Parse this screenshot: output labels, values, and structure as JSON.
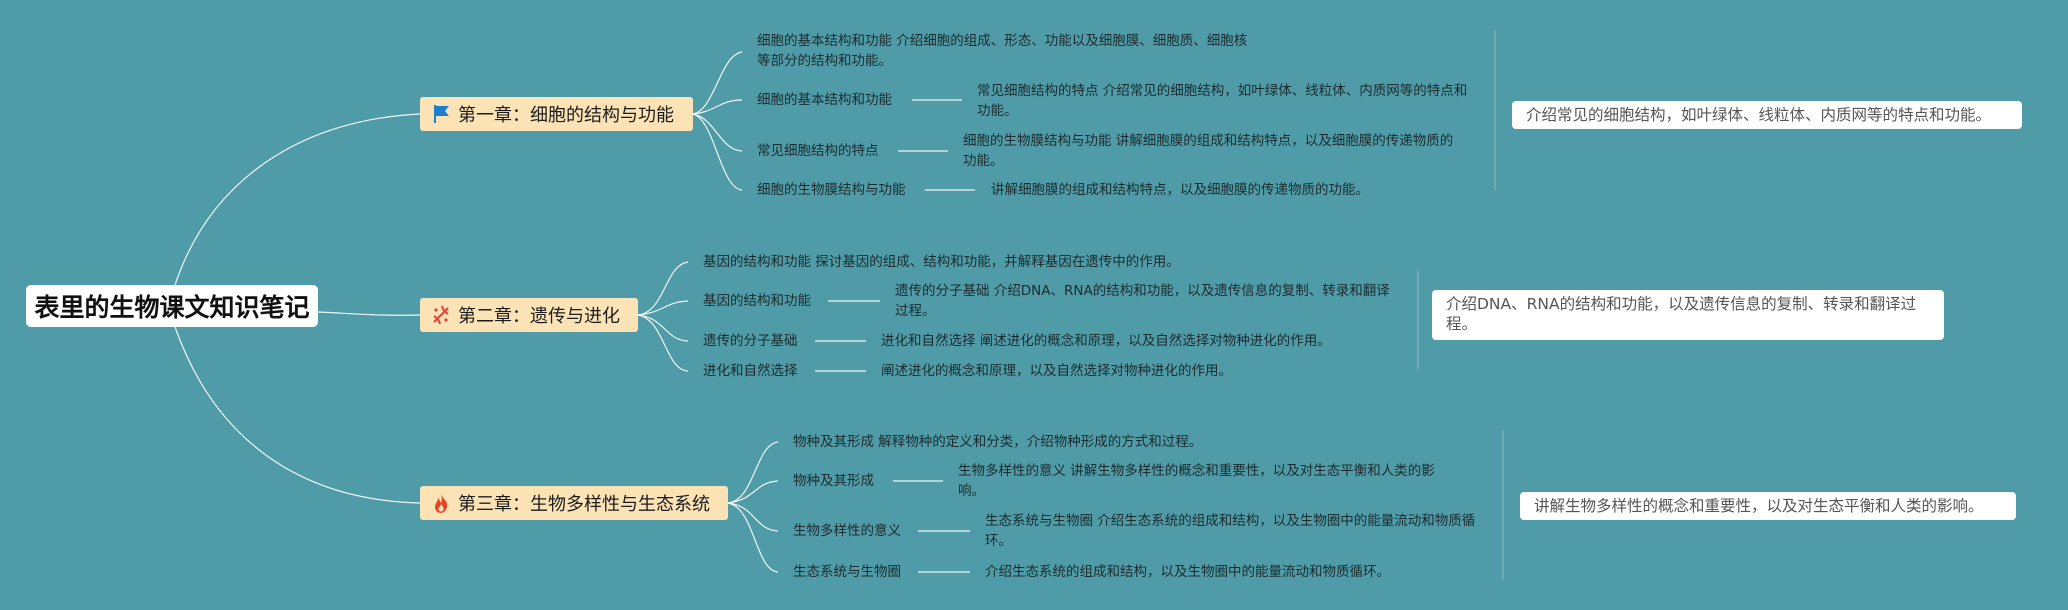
{
  "title": "表里的生物课文知识笔记",
  "chapters": [
    {
      "title": "第一章：细胞的结构与功能",
      "icon": "flag-icon",
      "nodes": [
        "细胞的基本结构和功能 介绍细胞的组成、形态、功能以及细胞膜、细胞质、细胞核等部分的结构和功能。",
        "细胞的基本结构和功能",
        "常见细胞结构的特点",
        "细胞的生物膜结构与功能"
      ],
      "sub": [
        "常见细胞结构的特点 介绍常见的细胞结构，如叶绿体、线粒体、内质网等的特点和功能。",
        "细胞的生物膜结构与功能 讲解细胞膜的组成和结构特点，以及细胞膜的传递物质的功能。",
        "讲解细胞膜的组成和结构特点，以及细胞膜的传递物质的功能。"
      ],
      "summary": "介绍常见的细胞结构，如叶绿体、线粒体、内质网等的特点和功能。"
    },
    {
      "title": "第二章：遗传与进化",
      "icon": "dna-icon",
      "nodes": [
        "基因的结构和功能 探讨基因的组成、结构和功能，并解释基因在遗传中的作用。",
        "基因的结构和功能",
        "遗传的分子基础",
        "进化和自然选择"
      ],
      "sub": [
        "遗传的分子基础 介绍DNA、RNA的结构和功能，以及遗传信息的复制、转录和翻译过程。",
        "进化和自然选择 阐述进化的概念和原理，以及自然选择对物种进化的作用。",
        "阐述进化的概念和原理，以及自然选择对物种进化的作用。"
      ],
      "summary": "介绍DNA、RNA的结构和功能，以及遗传信息的复制、转录和翻译过程。"
    },
    {
      "title": "第三章：生物多样性与生态系统",
      "icon": "fire-icon",
      "nodes": [
        "物种及其形成 解释物种的定义和分类，介绍物种形成的方式和过程。",
        "物种及其形成",
        "生物多样性的意义",
        "生态系统与生物圈"
      ],
      "sub": [
        "生物多样性的意义 讲解生物多样性的概念和重要性，以及对生态平衡和人类的影响。",
        "生态系统与生物圈 介绍生态系统的组成和结构，以及生物圈中的能量流动和物质循环。",
        "介绍生态系统的组成和结构，以及生物圈中的能量流动和物质循环。"
      ],
      "summary": "讲解生物多样性的概念和重要性，以及对生态平衡和人类的影响。"
    }
  ],
  "colors": {
    "background": "#4f9ca8",
    "chapter_fill": "#fbe3b6",
    "link": "#ffffff",
    "flag": "#1e7fd0",
    "dna": "#e0443a",
    "fire": "#e8432a"
  }
}
